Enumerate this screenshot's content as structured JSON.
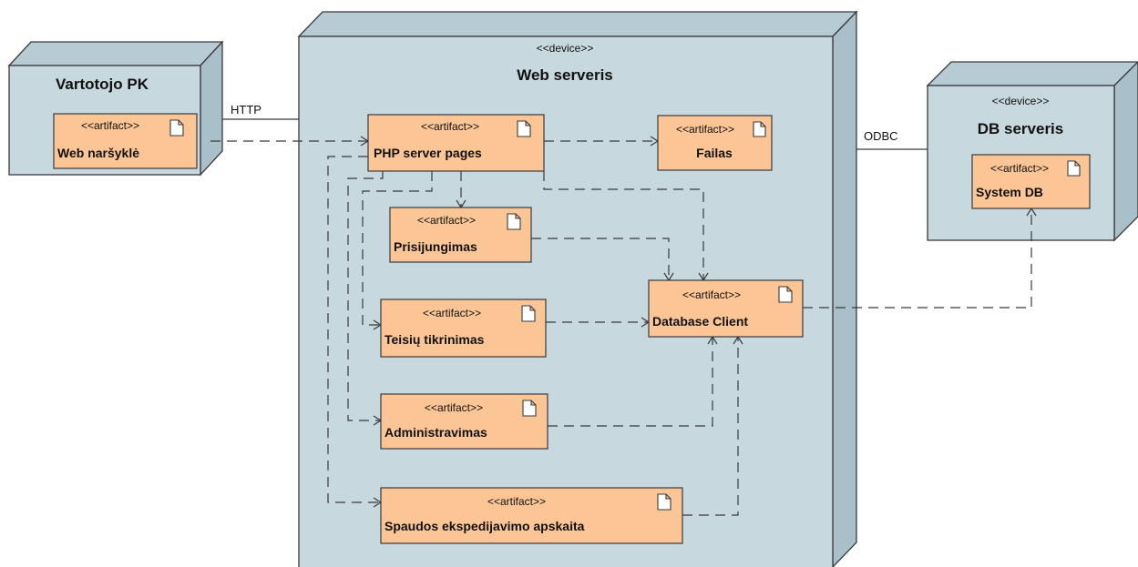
{
  "colors": {
    "node_face": "#c7d8df",
    "node_side": "#a9bfc9",
    "artifact_fill": "#fcc596",
    "line": "#3a3a3a"
  },
  "nodes": {
    "client": {
      "title": "Vartotojo PK"
    },
    "web": {
      "stereotype": "<<device>>",
      "title": "Web serveris"
    },
    "db": {
      "stereotype": "<<device>>",
      "title": "DB serveris"
    }
  },
  "artifacts": {
    "browser": {
      "stereotype": "<<artifact>>",
      "name": "Web naršyklė"
    },
    "php": {
      "stereotype": "<<artifact>>",
      "name": "PHP server pages"
    },
    "failas": {
      "stereotype": "<<artifact>>",
      "name": "Failas"
    },
    "prisijungimas": {
      "stereotype": "<<artifact>>",
      "name": "Prisijungimas"
    },
    "teisiu": {
      "stereotype": "<<artifact>>",
      "name": "Teisių tikrinimas"
    },
    "admin": {
      "stereotype": "<<artifact>>",
      "name": "Administravimas"
    },
    "spaudos": {
      "stereotype": "<<artifact>>",
      "name": "Spaudos ekspedijavimo apskaita"
    },
    "dbclient": {
      "stereotype": "<<artifact>>",
      "name": "Database Client"
    },
    "systemdb": {
      "stereotype": "<<artifact>>",
      "name": "System DB"
    }
  },
  "connections": {
    "http": "HTTP",
    "odbc": "ODBC"
  }
}
